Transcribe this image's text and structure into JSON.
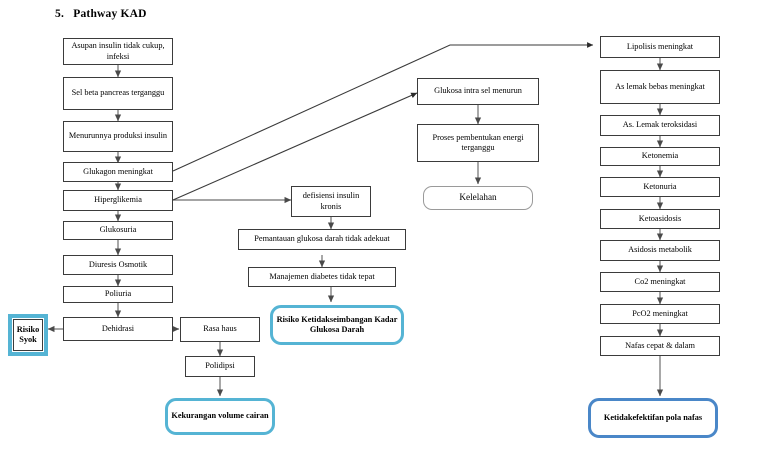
{
  "page": {
    "title": "5.   Pathway KAD",
    "type": "flowchart",
    "colors": {
      "box_border": "#3b3b3b",
      "connector": "#6e6e6e",
      "connector_dark": "#2b2b2b",
      "diagnosis_cyan": "#55b4d4",
      "diagnosis_blue": "#4a87c8",
      "rounded_grey": "#9a9a9a",
      "background": "#ffffff"
    }
  },
  "nodes": {
    "asupan_insulin": "Asupan insulin tidak cukup, infeksi",
    "sel_beta": "Sel beta pancreas terganggu",
    "menurunnya_produksi": "Menurunnya produksi insulin",
    "glukagon": "Glukagon meningkat",
    "hiperglikemia": "Hiperglikemia",
    "glukosuria": "Glukosuria",
    "diuresis": "Diuresis Osmotik",
    "poliuria": "Poliuria",
    "dehidrasi": "Dehidrasi",
    "risiko_syok": "Risiko Syok",
    "rasa_haus": "Rasa haus",
    "polidipsi": "Polidipsi",
    "kekurangan_volume": "Kekurangan volume cairan",
    "defisiensi_insulin": "defisiensi insulin kronis",
    "pemantauan_glukosa": "Pemantauan glukosa darah tidak adekuat",
    "manajemen_diabetes": "Manajemen diabetes tidak tepat",
    "risiko_ketidakseimbangan": "Risiko Ketidakseimbangan Kadar Glukosa Darah",
    "glukosa_intra_sel": "Glukosa intra sel menurun",
    "proses_energi": "Proses pembentukan energi terganggu",
    "kelelahan": "Kelelahan",
    "lipolisis": "Lipolisis meningkat",
    "as_lemak_bebas": "As lemak bebas meningkat",
    "as_lemak_teroksidasi": "As. Lemak teroksidasi",
    "ketonemia": "Ketonemia",
    "ketonuria": "Ketonuria",
    "ketoasidosis": "Ketoasidosis",
    "asidosis_metabolik": "Asidosis metabolik",
    "co2": "Co2 meningkat",
    "pco2": "PcO2 meningkat",
    "nafas_cepat": "Nafas cepat & dalam",
    "ketidakefektifan_nafas": "Ketidakefektifan pola nafas"
  },
  "edges": [
    {
      "from": "asupan_insulin",
      "to": "sel_beta"
    },
    {
      "from": "sel_beta",
      "to": "menurunnya_produksi"
    },
    {
      "from": "menurunnya_produksi",
      "to": "glukagon"
    },
    {
      "from": "glukagon",
      "to": "hiperglikemia"
    },
    {
      "from": "glukagon",
      "to": "lipolisis"
    },
    {
      "from": "hiperglikemia",
      "to": "glukosuria"
    },
    {
      "from": "hiperglikemia",
      "to": "defisiensi_insulin"
    },
    {
      "from": "hiperglikemia",
      "to": "glukosa_intra_sel"
    },
    {
      "from": "glukosuria",
      "to": "diuresis"
    },
    {
      "from": "diuresis",
      "to": "poliuria"
    },
    {
      "from": "poliuria",
      "to": "dehidrasi"
    },
    {
      "from": "dehidrasi",
      "to": "risiko_syok"
    },
    {
      "from": "dehidrasi",
      "to": "rasa_haus"
    },
    {
      "from": "rasa_haus",
      "to": "polidipsi"
    },
    {
      "from": "polidipsi",
      "to": "kekurangan_volume"
    },
    {
      "from": "defisiensi_insulin",
      "to": "pemantauan_glukosa"
    },
    {
      "from": "pemantauan_glukosa",
      "to": "manajemen_diabetes"
    },
    {
      "from": "manajemen_diabetes",
      "to": "risiko_ketidakseimbangan"
    },
    {
      "from": "glukosa_intra_sel",
      "to": "proses_energi"
    },
    {
      "from": "proses_energi",
      "to": "kelelahan"
    },
    {
      "from": "lipolisis",
      "to": "as_lemak_bebas"
    },
    {
      "from": "as_lemak_bebas",
      "to": "as_lemak_teroksidasi"
    },
    {
      "from": "as_lemak_teroksidasi",
      "to": "ketonemia"
    },
    {
      "from": "ketonemia",
      "to": "ketonuria"
    },
    {
      "from": "ketonuria",
      "to": "ketoasidosis"
    },
    {
      "from": "ketoasidosis",
      "to": "asidosis_metabolik"
    },
    {
      "from": "asidosis_metabolik",
      "to": "co2"
    },
    {
      "from": "co2",
      "to": "pco2"
    },
    {
      "from": "pco2",
      "to": "nafas_cepat"
    },
    {
      "from": "nafas_cepat",
      "to": "ketidakefektifan_nafas"
    }
  ]
}
